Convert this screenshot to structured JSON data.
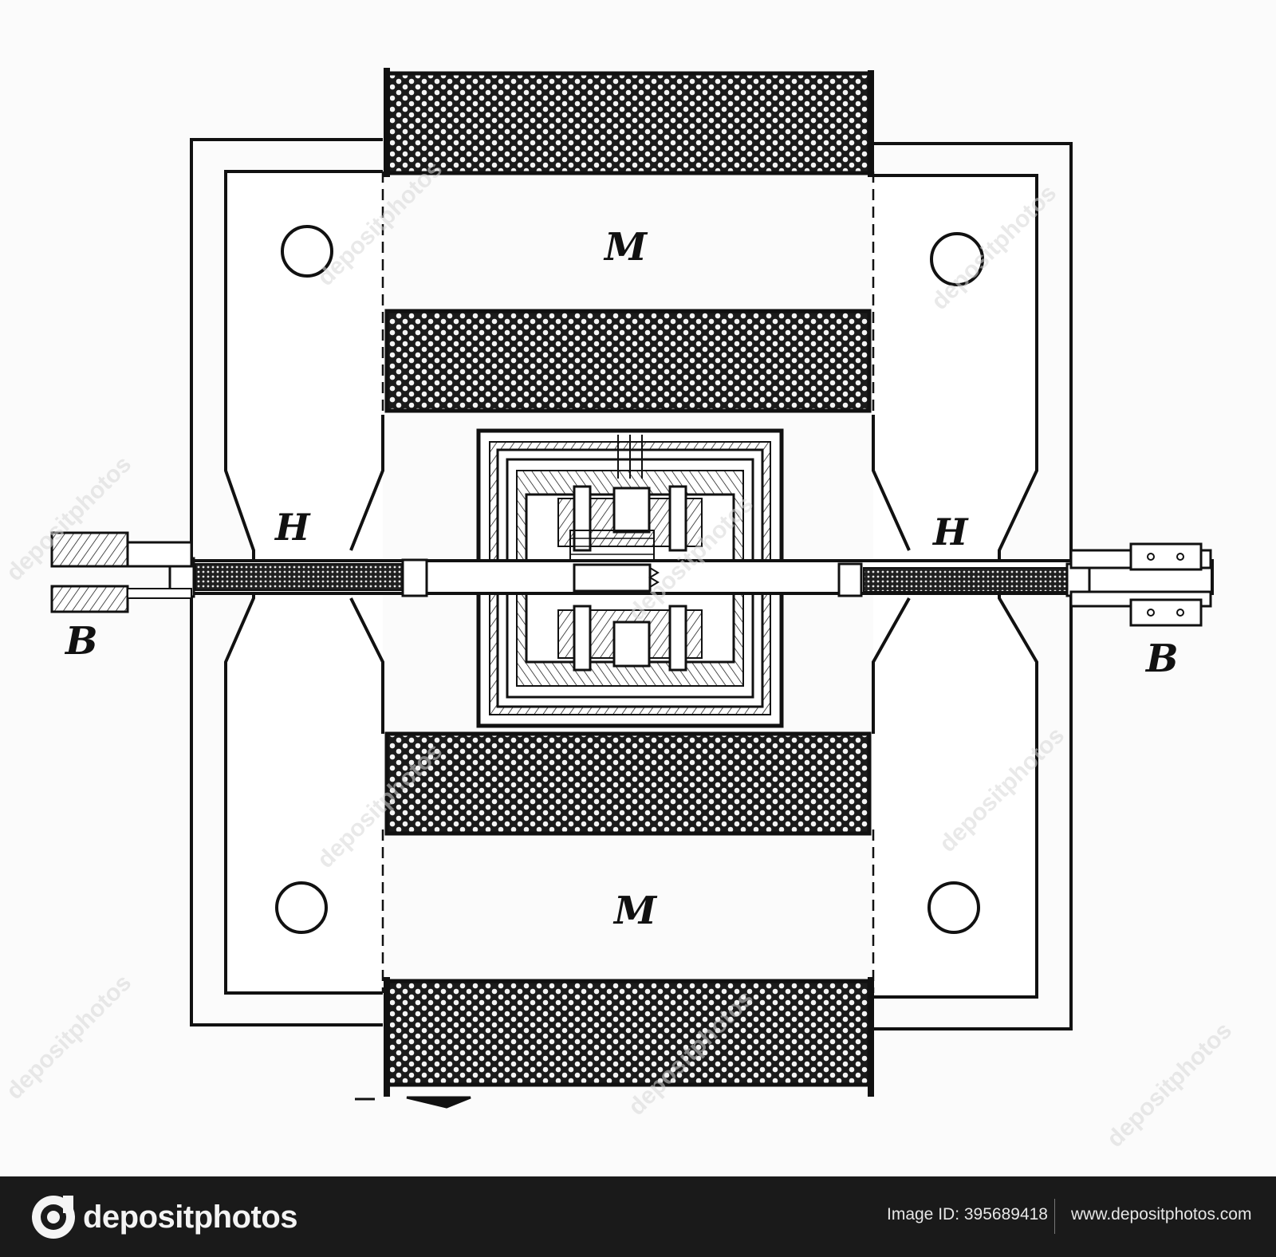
{
  "diagram": {
    "labels": {
      "magnet_top": "M",
      "magnet_bottom": "M",
      "bearing_left": "H",
      "bearing_right": "H",
      "brush_left": "B",
      "brush_right": "B"
    },
    "watermark_text": "depositphotos"
  },
  "footer": {
    "brand": "depositphotos",
    "image_id": "Image ID: 395689418",
    "site_url": "www.depositphotos.com"
  },
  "colors": {
    "ink": "#111111",
    "background": "#fbfbfb",
    "footer_background": "#1a1a1a",
    "footer_text": "#f2f2f2"
  }
}
